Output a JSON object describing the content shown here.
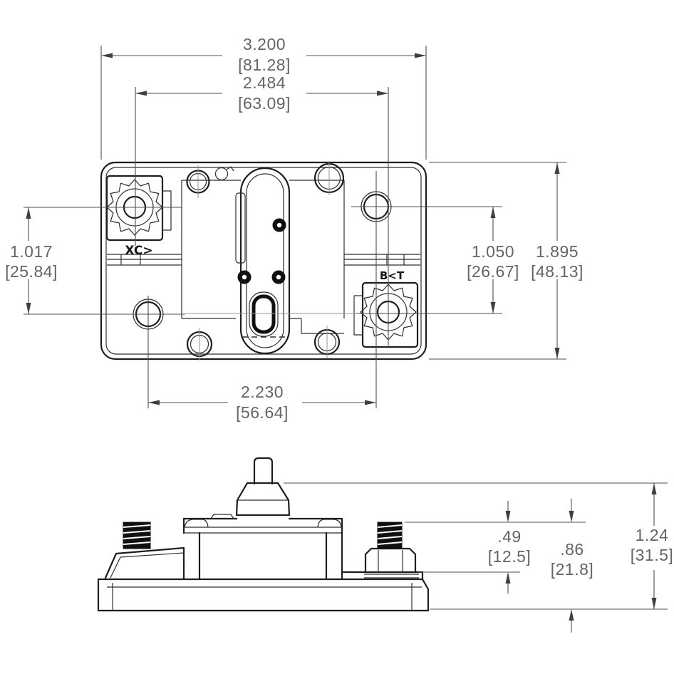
{
  "drawing": {
    "description": "two-view engineering dimension drawing of a surface-mount circuit breaker",
    "units": "inches over [millimeters]",
    "colors": {
      "background": "#ffffff",
      "part_line": "#1c1e21",
      "dimension_line": "#4a505a",
      "dimension_text": "#646464",
      "centerline": "#9099a3"
    },
    "top_view": {
      "terminal_labels": {
        "left": "XC>",
        "right": "B<T"
      },
      "dims": {
        "overall_width": {
          "inch": "3.200",
          "mm": "[81.28]"
        },
        "stud_span": {
          "inch": "2.484",
          "mm": "[63.09]"
        },
        "left_height": {
          "inch": "1.017",
          "mm": "[25.84]"
        },
        "right_height": {
          "inch": "1.050",
          "mm": "[26.67]"
        },
        "overall_height": {
          "inch": "1.895",
          "mm": "[48.13]"
        },
        "mount_hole_span": {
          "inch": "2.230",
          "mm": "[56.64]"
        }
      }
    },
    "side_view": {
      "dims": {
        "stud_exposed": {
          "inch": ".49",
          "mm": "[12.5]"
        },
        "stud_top_to_base": {
          "inch": ".86",
          "mm": "[21.8]"
        },
        "overall": {
          "inch": "1.24",
          "mm": "[31.5]"
        }
      }
    }
  }
}
